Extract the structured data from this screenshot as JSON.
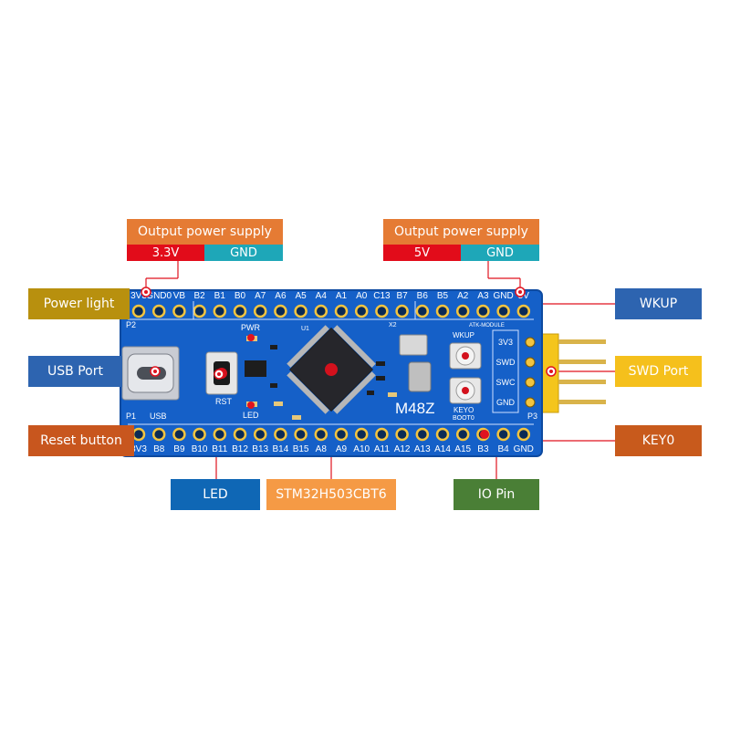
{
  "callouts": {
    "left_supply": {
      "title": "Output power supply",
      "pos": "3.3V",
      "neg": "GND"
    },
    "right_supply": {
      "title": "Output power supply",
      "pos": "5V",
      "neg": "GND"
    },
    "power_light": "Power light",
    "usb_port": "USB Port",
    "reset_button": "Reset button",
    "led": "LED",
    "mcu": "STM32H503CBT6",
    "io_pin": "IO Pin",
    "wkup": "WKUP",
    "swd_port": "SWD Port",
    "key0": "KEY0"
  },
  "board": {
    "model": "M48Z",
    "top_pins": [
      "3V3",
      "GND0",
      "VB",
      "B2",
      "B1",
      "B0",
      "A7",
      "A6",
      "A5",
      "A4",
      "A1",
      "A0",
      "C13",
      "B7",
      "B6",
      "B5",
      "A2",
      "A3",
      "GND",
      "5V"
    ],
    "bottom_pins": [
      "3V3",
      "B8",
      "B9",
      "B10",
      "B11",
      "B12",
      "B13",
      "B14",
      "B15",
      "A8",
      "A9",
      "A10",
      "A11",
      "A12",
      "A13",
      "A14",
      "A15",
      "B3",
      "B4",
      "GND"
    ],
    "swd_pins": [
      "3V3",
      "SWD",
      "SWC",
      "GND"
    ],
    "silk": {
      "p1": "P1",
      "p2": "P2",
      "p3": "P3",
      "usb": "USB",
      "pwr": "PWR",
      "rst": "RST",
      "led": "LED",
      "wkup": "WKUP",
      "keyo": "KEYO",
      "boot0": "BOOT0",
      "module": "ATK-MODULE",
      "x2": "X2",
      "u1": "U1"
    }
  },
  "colors": {
    "callout_line": "#e0131f",
    "board": "#1560c8",
    "pcb_dark": "#0f4fa8"
  }
}
